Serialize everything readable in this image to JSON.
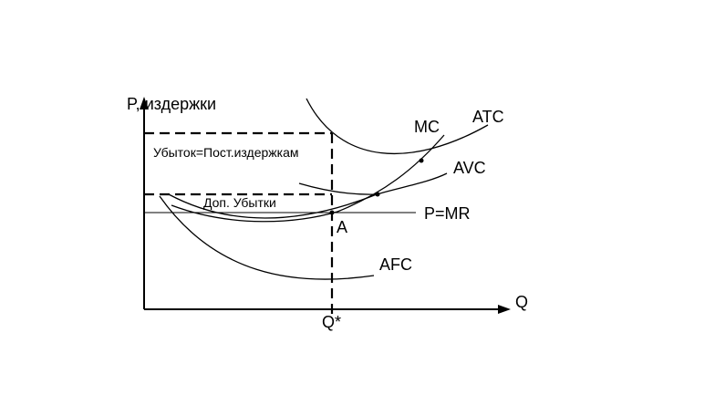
{
  "chart_data": {
    "type": "line",
    "title": "",
    "xlabel": "Q",
    "ylabel": "P, издержки",
    "grid": false,
    "series": [
      {
        "name": "MC"
      },
      {
        "name": "ATC"
      },
      {
        "name": "AVC"
      },
      {
        "name": "AFC"
      },
      {
        "name": "P=MR"
      }
    ],
    "annotations": {
      "loss_area": "Убыток=Пост.издержкам",
      "extra_loss": "Доп. Убытки",
      "point": "A",
      "q_star": "Q*"
    },
    "colors": {
      "stroke": "#000000",
      "background": "#ffffff"
    }
  }
}
